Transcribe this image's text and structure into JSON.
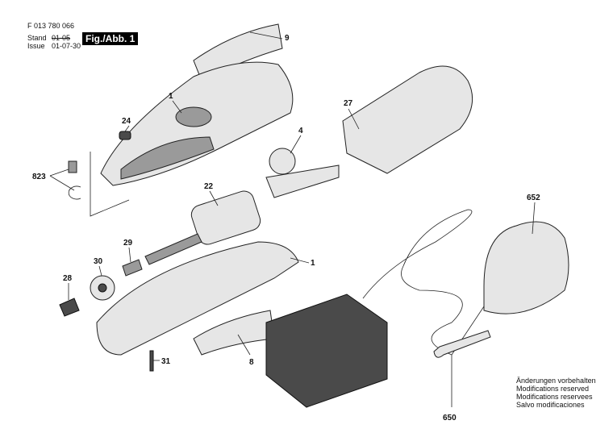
{
  "header": {
    "part_number": "F 013 780 066",
    "stand_label": "Stand",
    "issue_label": "Issue",
    "stand_value": "01-05",
    "issue_value": "01-07-30",
    "figure_label": "Fig./Abb. 1"
  },
  "callouts": [
    "9",
    "1",
    "24",
    "4",
    "27",
    "823",
    "22",
    "652",
    "29",
    "30",
    "1",
    "28",
    "31",
    "8",
    "650"
  ],
  "notes": [
    "Änderungen vorbehalten",
    "Modifications reserved",
    "Modifications reservees",
    "Salvo modificaciones"
  ]
}
